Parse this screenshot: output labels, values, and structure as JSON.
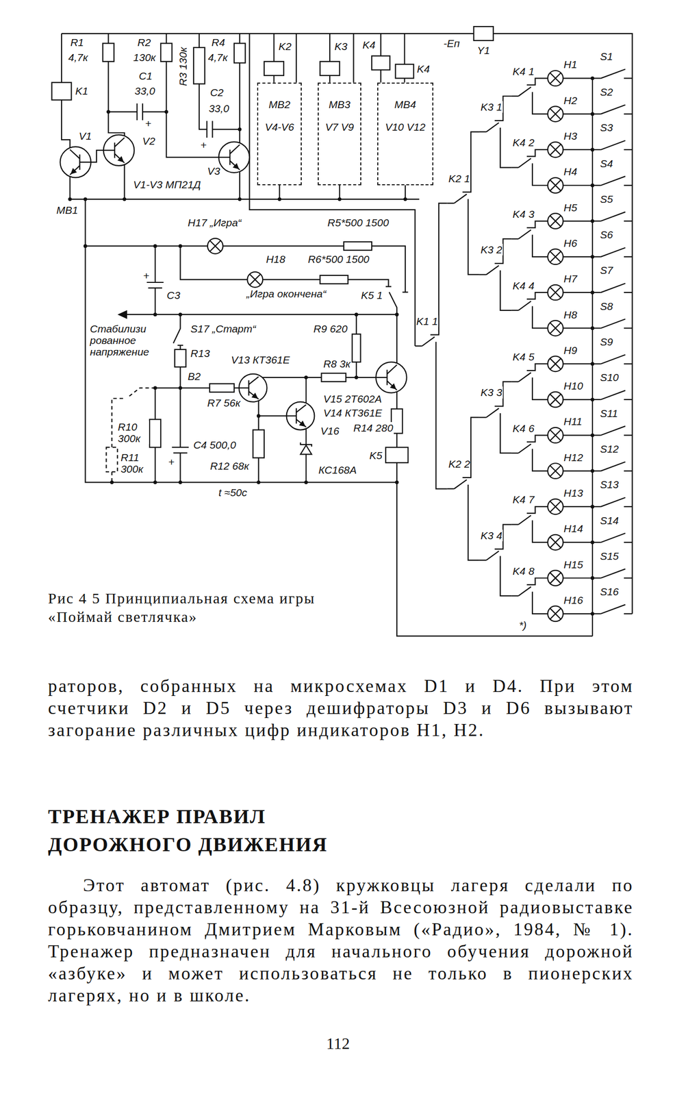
{
  "diagram": {
    "caption": "Рис 4 5 Принципиальная схема игры «Поймай светлячка»",
    "nodes": [
      {
        "text": [
          "МВ2",
          "V4-V6"
        ]
      },
      {
        "text": [
          "МВ3",
          "V7 V9"
        ]
      },
      {
        "text": [
          "МВ4",
          "V10 V12"
        ]
      }
    ],
    "labels": [
      "R1",
      "4,7к",
      "K1",
      "R2",
      "130к",
      "C1",
      "33,0",
      "R3 130к",
      "R4",
      "4,7к",
      "C2",
      "33,0",
      "+",
      "+",
      "V1",
      "V2",
      "V3",
      "V1-V3 МП21Д",
      "МВ1",
      "K2",
      "K3",
      "K4",
      "K4",
      "-Еп",
      "Y1",
      "K4 1",
      "K3 1",
      "K4 2",
      "K2 1",
      "K4 3",
      "K3 2",
      "K4 4",
      "K1 1",
      "K4 5",
      "K3 3",
      "K4 6",
      "K2 2",
      "K4 7",
      "K3 4",
      "K4 8",
      "H1",
      "H2",
      "H3",
      "H4",
      "H5",
      "H6",
      "H7",
      "H8",
      "H9",
      "H10",
      "H11",
      "H12",
      "H13",
      "H14",
      "H15",
      "H16",
      "S1",
      "S2",
      "S3",
      "S4",
      "S5",
      "S6",
      "S7",
      "S8",
      "S9",
      "S10",
      "S11",
      "S12",
      "S13",
      "S14",
      "S15",
      "S16",
      "*)",
      "H17 „Игра“",
      "R5*500 1500",
      "H18",
      "R6*500 1500",
      "„Игра окончена“",
      "K5 1",
      "+",
      "C3",
      "Стабилизи рованное напряжение",
      "S17 „Старт“",
      "R9 620",
      "R13",
      "В2",
      "V13 КТ361Е",
      "R8 3к",
      "R7 56к",
      "V15 2Т602А",
      "V14 КТ361Е",
      "R14 280",
      "V16",
      "КС168А",
      "K5",
      "R10 300к",
      "R11 300к",
      "C4 500,0",
      "+",
      "R12 68к",
      "t ≈50с",
      "раторов, собранных на микросхемах D1 и D4. При этом счетчики D2 и D5 через дешифраторы D3 и D6 вызывают загорание различных цифр индикаторов H1, H2.",
      "ТРЕНАЖЕР ПРАВИЛ ДОРОЖНОГО ДВИЖЕНИЯ",
      "Этот автомат (рис. 4.8) кружковцы лагеря сделали по образцу, представленному на 31-й Всесоюзной радиовыставке горьковчанином Дмитрием Марковым («Радио», 1984, № 1). Тренажер предназначен для начального обучения дорожной «азбуке» и может использоваться не только в пионерских лагерях, но и в школе.",
      "112"
    ]
  }
}
